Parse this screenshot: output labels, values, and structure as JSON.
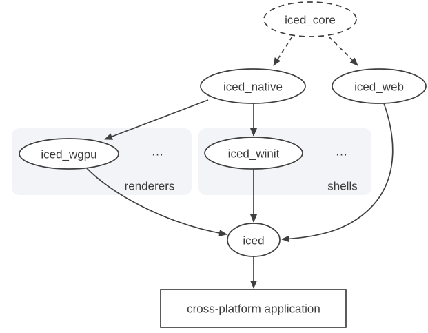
{
  "colors": {
    "stroke": "#3f3f3f",
    "text": "#3a3a3a",
    "accent_blue": "#1a73e8",
    "group_fill": "#f2f4f8",
    "node_fill": "#ffffff",
    "background": "#ffffff"
  },
  "nodes": {
    "iced_core": "iced_core",
    "iced_native": "iced_native",
    "iced_web": "iced_web",
    "iced_wgpu": "iced_wgpu",
    "iced_winit": "iced_winit",
    "iced": "iced",
    "application": "cross-platform application"
  },
  "groups": {
    "renderers": {
      "label": "renderers",
      "more": "..."
    },
    "shells": {
      "label": "shells",
      "more": "..."
    }
  },
  "edges": [
    {
      "from": "iced_core",
      "to": "iced_native",
      "style": "dashed"
    },
    {
      "from": "iced_core",
      "to": "iced_web",
      "style": "dashed"
    },
    {
      "from": "iced_native",
      "to": "iced_wgpu",
      "style": "solid"
    },
    {
      "from": "iced_native",
      "to": "iced_winit",
      "style": "solid"
    },
    {
      "from": "iced_wgpu",
      "to": "iced",
      "style": "solid"
    },
    {
      "from": "iced_winit",
      "to": "iced",
      "style": "solid"
    },
    {
      "from": "iced_web",
      "to": "iced",
      "style": "solid"
    },
    {
      "from": "iced",
      "to": "application",
      "style": "solid"
    }
  ]
}
